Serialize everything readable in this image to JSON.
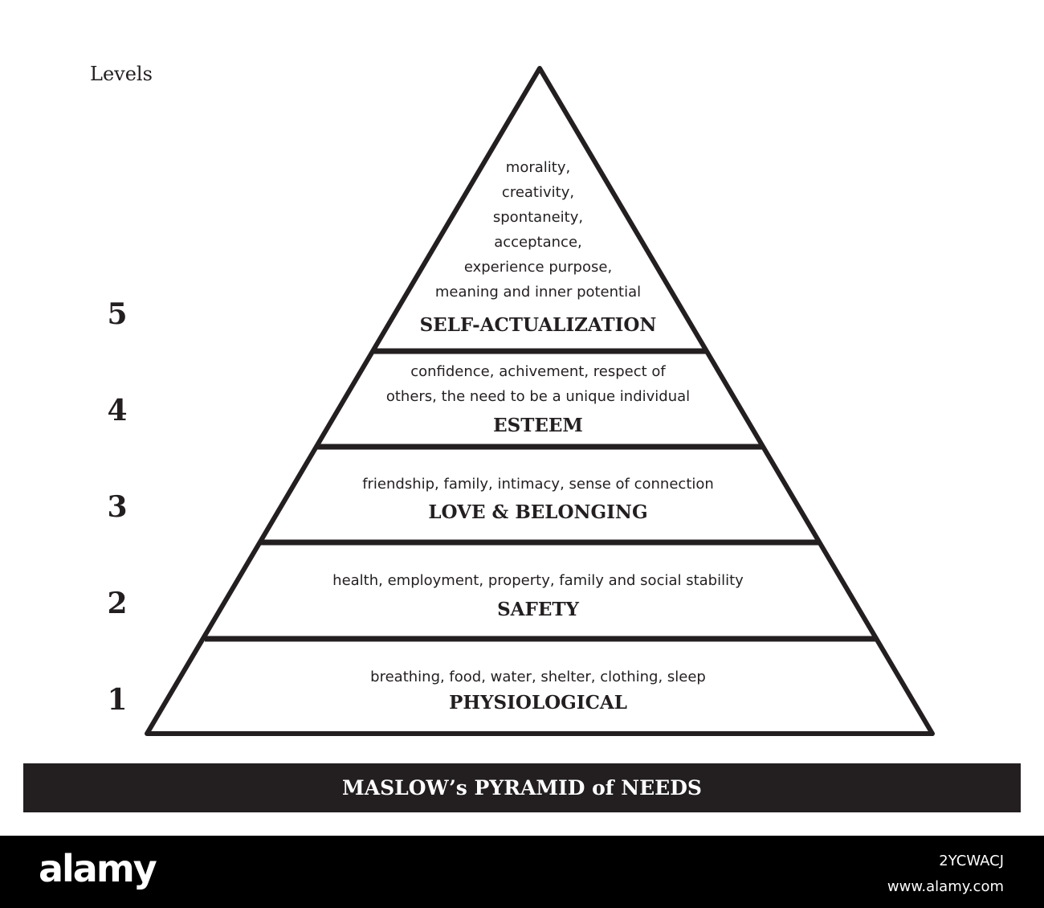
{
  "levels_title": "Levels",
  "tiers": [
    {
      "level": "5",
      "name": "SELF-ACTUALIZATION",
      "description": [
        "morality,",
        "creativity,",
        "spontaneity,",
        "acceptance,",
        "experience purpose,",
        "meaning and inner potential"
      ]
    },
    {
      "level": "4",
      "name": "ESTEEM",
      "description": [
        "confidence, achivement, respect of",
        "others, the need to be a unique individual"
      ]
    },
    {
      "level": "3",
      "name": "LOVE & BELONGING",
      "description": [
        "friendship, family, intimacy, sense of connection"
      ]
    },
    {
      "level": "2",
      "name": "SAFETY",
      "description": [
        "health, employment, property, family and social stability"
      ]
    },
    {
      "level": "1",
      "name": "PHYSIOLOGICAL",
      "description": [
        "breathing, food, water, shelter, clothing, sleep"
      ]
    }
  ],
  "diagram_title": "MASLOW’s PYRAMID of NEEDS",
  "footer": {
    "brand": "alamy",
    "image_id": "2YCWACJ",
    "site": "www.alamy.com"
  },
  "colors": {
    "ink": "#231f20",
    "footer_bg": "#000000",
    "text_on_dark": "#ffffff"
  }
}
